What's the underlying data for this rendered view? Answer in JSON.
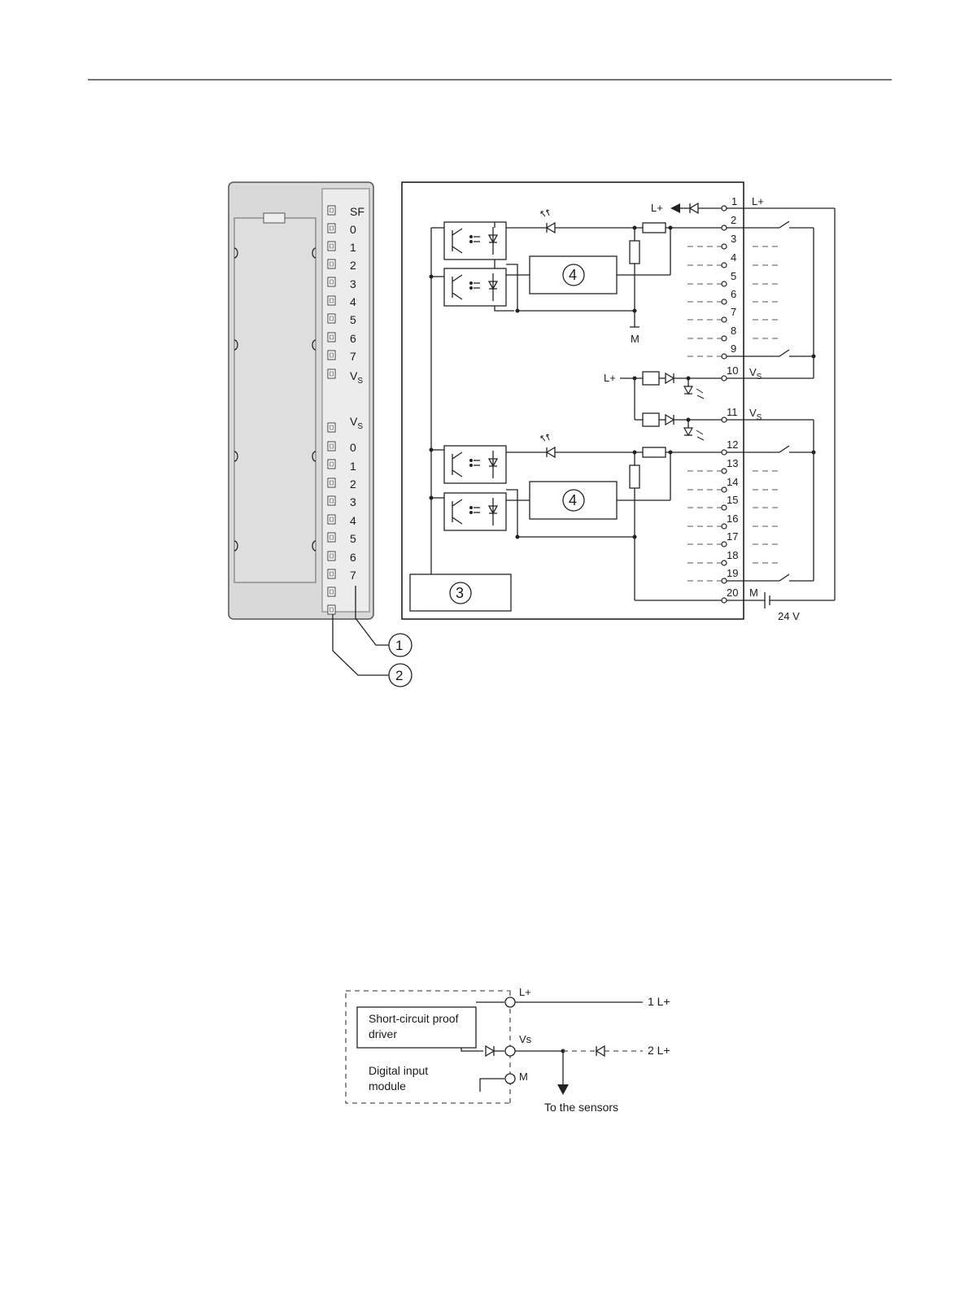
{
  "module_front": {
    "led_labels_top": [
      "SF",
      "0",
      "1",
      "2",
      "3",
      "4",
      "5",
      "6",
      "7"
    ],
    "vs_label_top": "V",
    "vs_sub": "S",
    "vs_label_bottom": "V",
    "led_labels_bottom": [
      "0",
      "1",
      "2",
      "3",
      "4",
      "5",
      "6",
      "7"
    ]
  },
  "callouts": [
    "1",
    "2"
  ],
  "wiring": {
    "terminals": [
      "1",
      "2",
      "3",
      "4",
      "5",
      "6",
      "7",
      "8",
      "9",
      "10",
      "11",
      "12",
      "13",
      "14",
      "15",
      "16",
      "17",
      "18",
      "19",
      "20"
    ],
    "lplus": "L+",
    "m": "M",
    "v": "V",
    "s": "S",
    "block3": "3",
    "block4": "4",
    "supply": "24 V"
  },
  "detail": {
    "lplus": "L+",
    "vs": "Vs",
    "m": "M",
    "driver_line1": "Short-circuit proof",
    "driver_line2": "driver",
    "module_line1": "Digital input",
    "module_line2": "module",
    "supply1": "1 L+",
    "supply2": "2 L+",
    "sensors": "To the sensors"
  }
}
